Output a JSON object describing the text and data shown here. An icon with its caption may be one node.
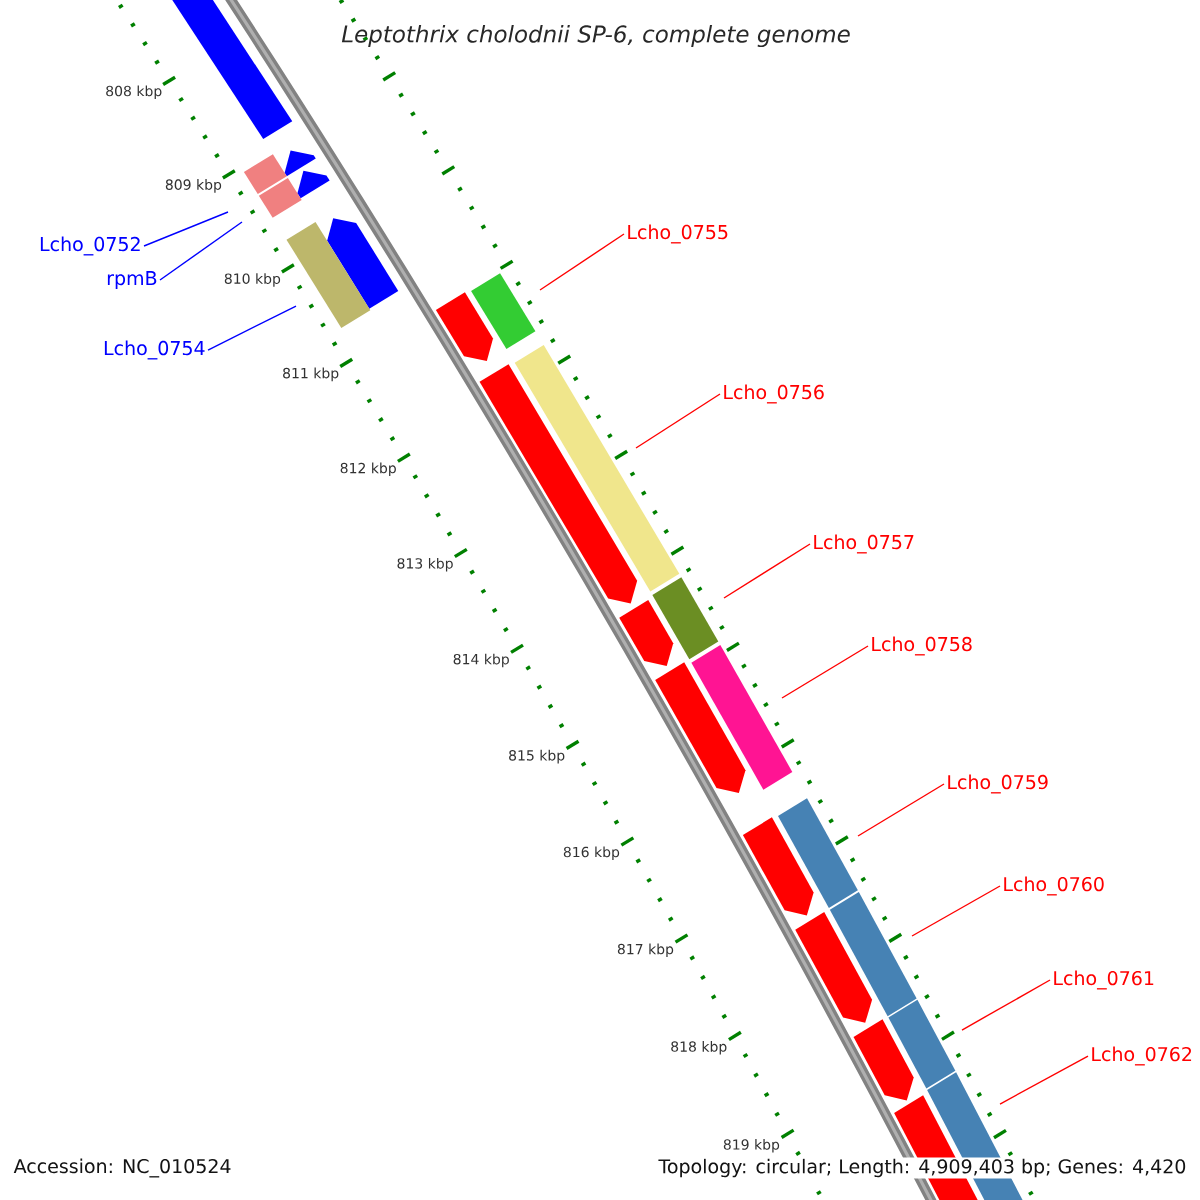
{
  "diagram": {
    "title": "Leptothrix cholodnii SP-6, complete genome",
    "nodes": [
      {
        "text": [
          "Lcho_0752"
        ]
      },
      {
        "text": [
          "rpmB"
        ]
      },
      {
        "text": [
          "Lcho_0754"
        ]
      },
      {
        "text": [
          "Lcho_0755"
        ]
      },
      {
        "text": [
          "Lcho_0756"
        ]
      },
      {
        "text": [
          "Lcho_0757"
        ]
      },
      {
        "text": [
          "Lcho_0758"
        ]
      },
      {
        "text": [
          "Lcho_0759"
        ]
      },
      {
        "text": [
          "Lcho_0760"
        ]
      },
      {
        "text": [
          "Lcho_0761"
        ]
      },
      {
        "text": [
          "Lcho_0762"
        ]
      }
    ],
    "edges": [
      {
        "from": 0,
        "to": null,
        "arrow": "none",
        "color": "#0000ff"
      },
      {
        "from": 1,
        "to": null,
        "arrow": "none",
        "color": "#0000ff"
      },
      {
        "from": 2,
        "to": null,
        "arrow": "none",
        "color": "#0000ff"
      },
      {
        "from": 3,
        "to": null,
        "arrow": "none"
      },
      {
        "from": 4,
        "to": null,
        "arrow": "none"
      },
      {
        "from": 5,
        "to": null,
        "arrow": "none"
      },
      {
        "from": 6,
        "to": null,
        "arrow": "none"
      },
      {
        "from": 7,
        "to": null,
        "arrow": "none"
      },
      {
        "from": 8,
        "to": null,
        "arrow": "none"
      },
      {
        "from": 9,
        "to": null,
        "arrow": "none"
      },
      {
        "from": 10,
        "to": null,
        "arrow": "none"
      }
    ],
    "labels": [
      "808 kbp",
      "809 kbp",
      "810 kbp",
      "811 kbp",
      "812 kbp",
      "813 kbp",
      "814 kbp",
      "815 kbp",
      "816 kbp",
      "817 kbp",
      "818 kbp",
      "819 kbp",
      "Accession: NC_010524",
      "Topology: circular; Length: 4,909,403 bp; Genes: 4,420"
    ]
  }
}
